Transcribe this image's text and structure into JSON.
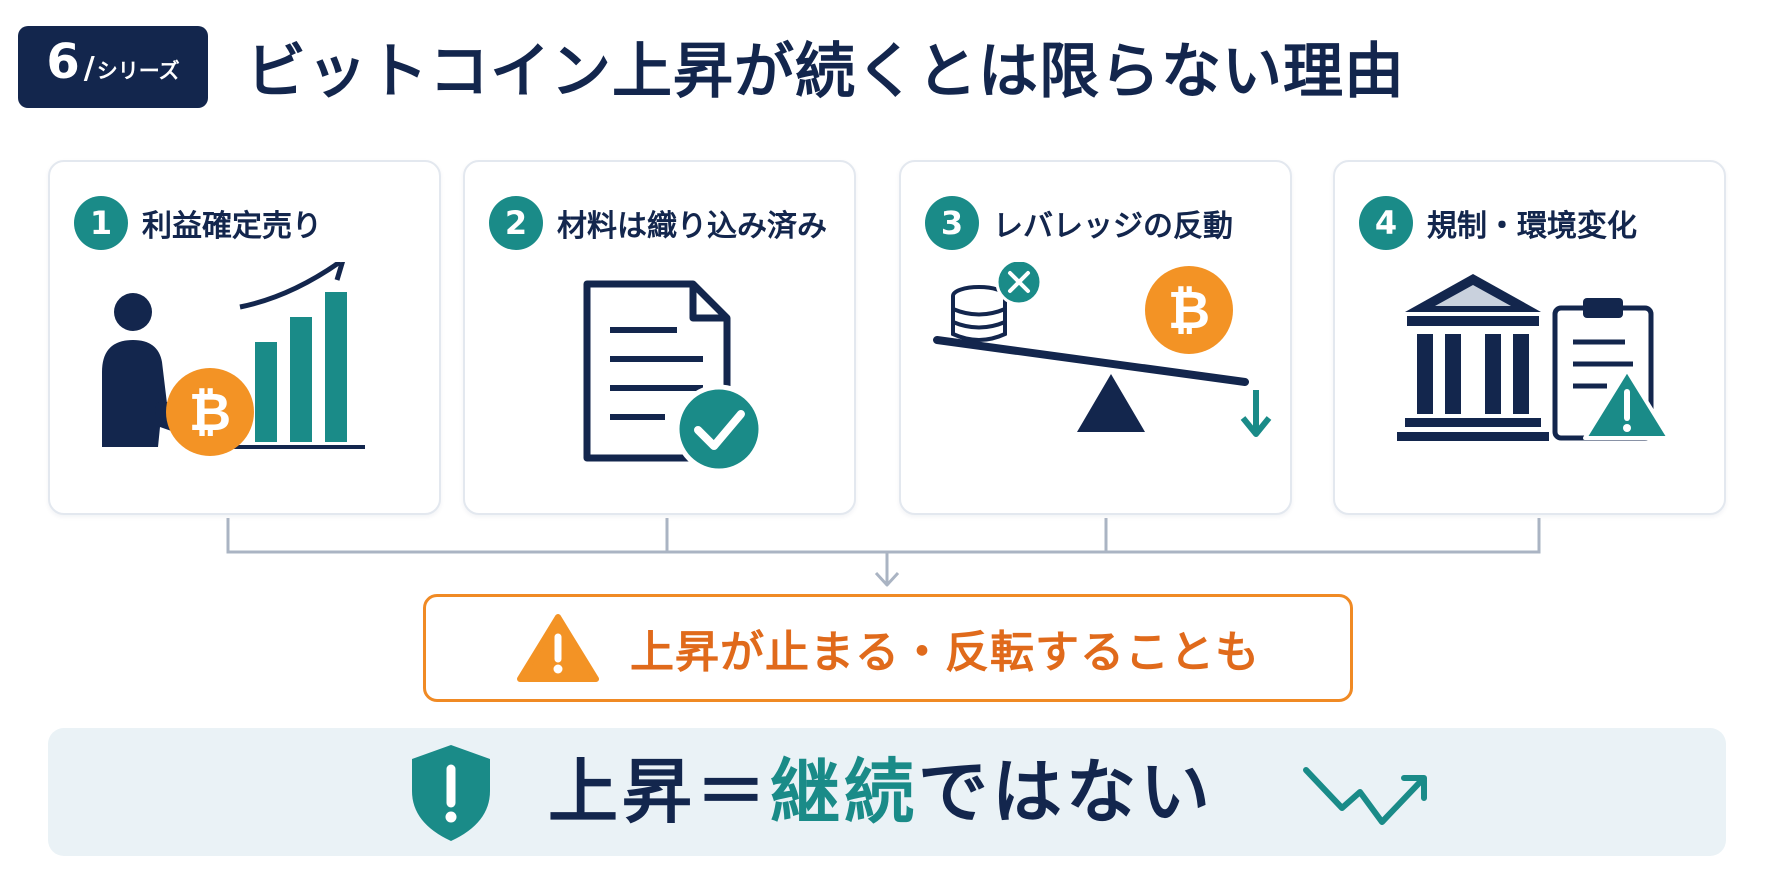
{
  "series_badge": {
    "number": "6",
    "separator": "/",
    "label": "シリーズ"
  },
  "title": "ビットコイン上昇が続くとは限らない理由",
  "reasons": [
    {
      "number": "1",
      "label": "利益確定売り"
    },
    {
      "number": "2",
      "label": "材料は織り込み済み"
    },
    {
      "number": "3",
      "label": "レバレッジの反動"
    },
    {
      "number": "4",
      "label": "規制・環境変化"
    }
  ],
  "warning": {
    "text": "上昇が止まる・反転することも"
  },
  "conclusion": {
    "part1": "上昇",
    "equals": "＝",
    "accent": "継続",
    "part2": "ではない"
  },
  "colors": {
    "navy": "#13264d",
    "teal": "#1a8b88",
    "orange": "#f39325",
    "warning_text": "#e06a1b",
    "connector": "#aab4c3",
    "bottom_bg": "#eaf2f6"
  }
}
